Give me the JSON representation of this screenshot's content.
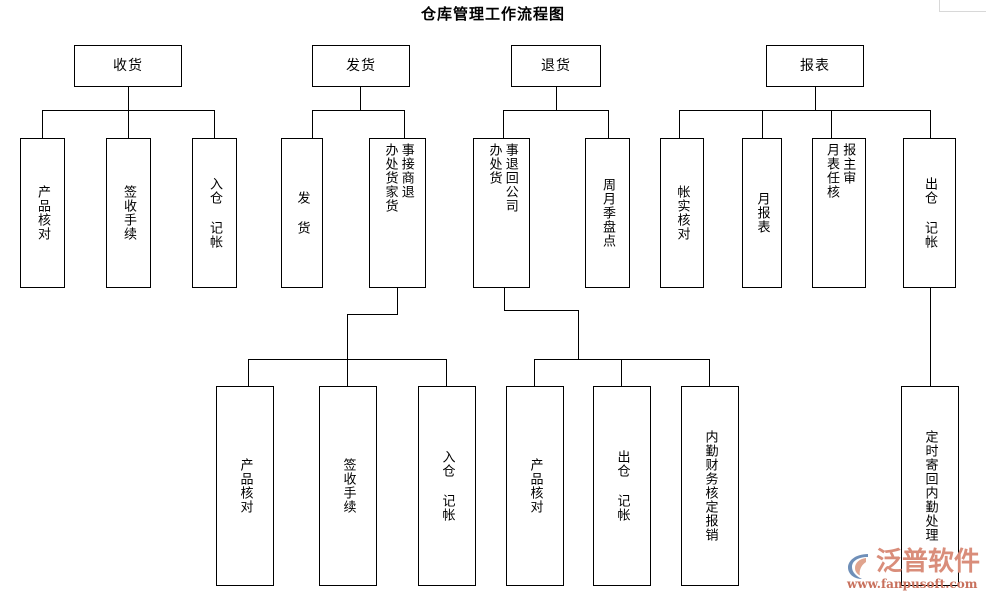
{
  "page": {
    "title": "仓库管理工作流程图",
    "background": "#ffffff",
    "line_color": "#000000"
  },
  "watermark": {
    "brand": "泛普软件",
    "url": "www.fanpusoft.com",
    "brand_color": "#d98d7a",
    "url_color": "#c8705c",
    "mark_blue": "#6f8fb8",
    "mark_orange": "#e0a48e"
  },
  "nodes": {
    "top": [
      {
        "id": "receiving",
        "label": "收货"
      },
      {
        "id": "shipping",
        "label": "发货"
      },
      {
        "id": "returns",
        "label": "退货"
      },
      {
        "id": "reports",
        "label": "报表"
      }
    ],
    "receiving_children": [
      {
        "id": "rc1",
        "label": "产品核对"
      },
      {
        "id": "rc2",
        "label": "签收手续"
      },
      {
        "id": "rc3",
        "label": "入仓 记帐"
      }
    ],
    "shipping_children": [
      {
        "id": "sc1",
        "label": "发 货"
      },
      {
        "id": "sc2",
        "col_right": "事接商退",
        "col_left": "办处货家货"
      }
    ],
    "returns_children": [
      {
        "id": "tc1",
        "col_right": "事退回公司",
        "col_left": "办处货"
      },
      {
        "id": "tc2",
        "label": "周月季盘点"
      }
    ],
    "reports_children": [
      {
        "id": "pc1",
        "label": "帐实核对"
      },
      {
        "id": "pc2",
        "label": "月报表"
      },
      {
        "id": "pc3",
        "col_right": "报主审",
        "col_left": "月表任核"
      },
      {
        "id": "pc4",
        "label": "出仓 记帐"
      }
    ],
    "shipping_grandchildren": [
      {
        "id": "sg1",
        "label": "产品核对"
      },
      {
        "id": "sg2",
        "label": "签收手续"
      },
      {
        "id": "sg3",
        "label": "入仓 记帐"
      }
    ],
    "returns_grandchildren": [
      {
        "id": "tg1",
        "label": "产品核对"
      },
      {
        "id": "tg2",
        "label": "出仓 记帐"
      },
      {
        "id": "tg3",
        "label": "内勤财务核定报销"
      }
    ],
    "reports_grandchildren": [
      {
        "id": "pg1",
        "label": "定时寄回内勤处理"
      }
    ]
  }
}
